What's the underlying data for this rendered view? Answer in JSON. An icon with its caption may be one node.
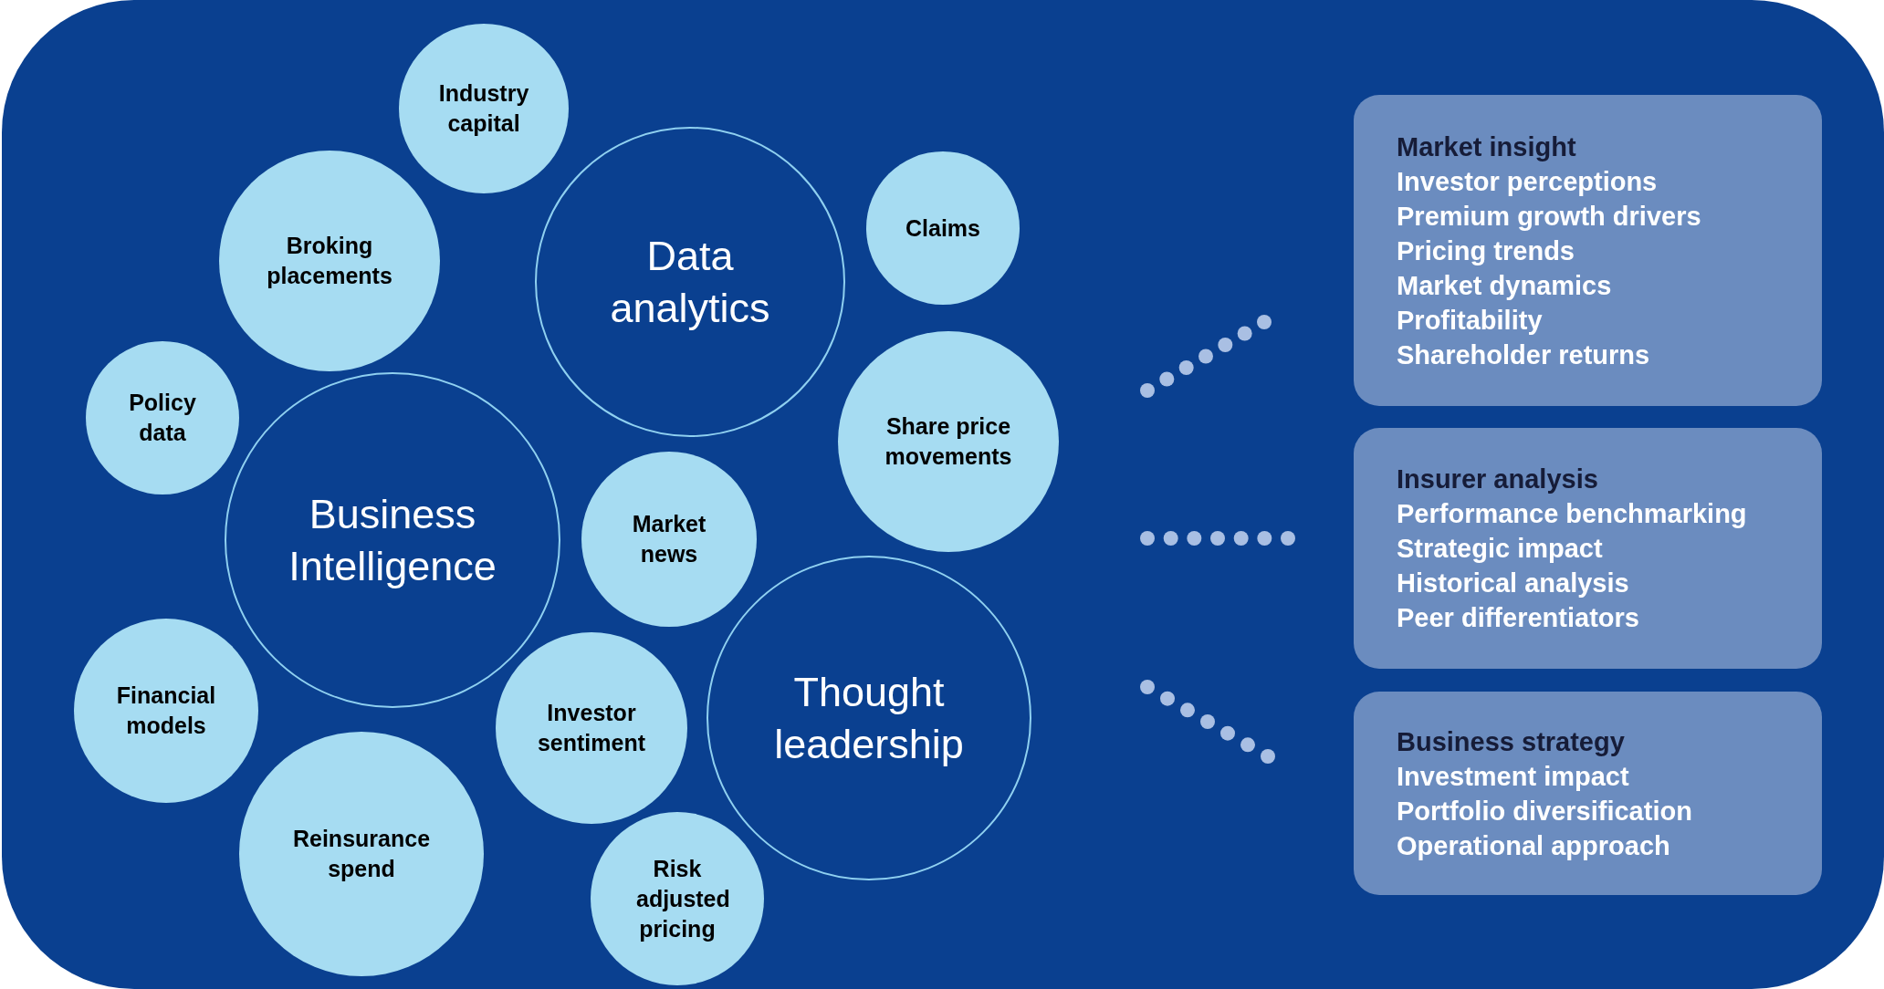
{
  "diagram": {
    "nodes": [
      {
        "text": [
          "Industry capital"
        ]
      },
      {
        "text": [
          "Broking placements"
        ]
      },
      {
        "text": [
          "Data analytics"
        ]
      },
      {
        "text": [
          "Claims"
        ]
      },
      {
        "text": [
          "Policy data"
        ]
      },
      {
        "text": [
          "Share price movements"
        ]
      },
      {
        "text": [
          "Business Intelligence"
        ]
      },
      {
        "text": [
          "Market news"
        ]
      },
      {
        "text": [
          "Thought leadership"
        ]
      },
      {
        "text": [
          "Financial models"
        ]
      },
      {
        "text": [
          "Investor sentiment"
        ]
      },
      {
        "text": [
          "Reinsurance spend"
        ]
      },
      {
        "text": [
          "Risk adjusted pricing"
        ]
      },
      {
        "text": [
          "Market insight",
          "Investor perceptions",
          "Premium growth drivers",
          "Pricing trends",
          "Market dynamics",
          "Profitability",
          "Shareholder returns"
        ]
      },
      {
        "text": [
          "Insurer analysis",
          "Performance benchmarking",
          "Strategic impact",
          "Historical analysis",
          "Peer differentiators"
        ]
      },
      {
        "text": [
          "Business strategy",
          "Investment impact",
          "Portfolio diversification",
          "Operational approach"
        ]
      }
    ]
  }
}
